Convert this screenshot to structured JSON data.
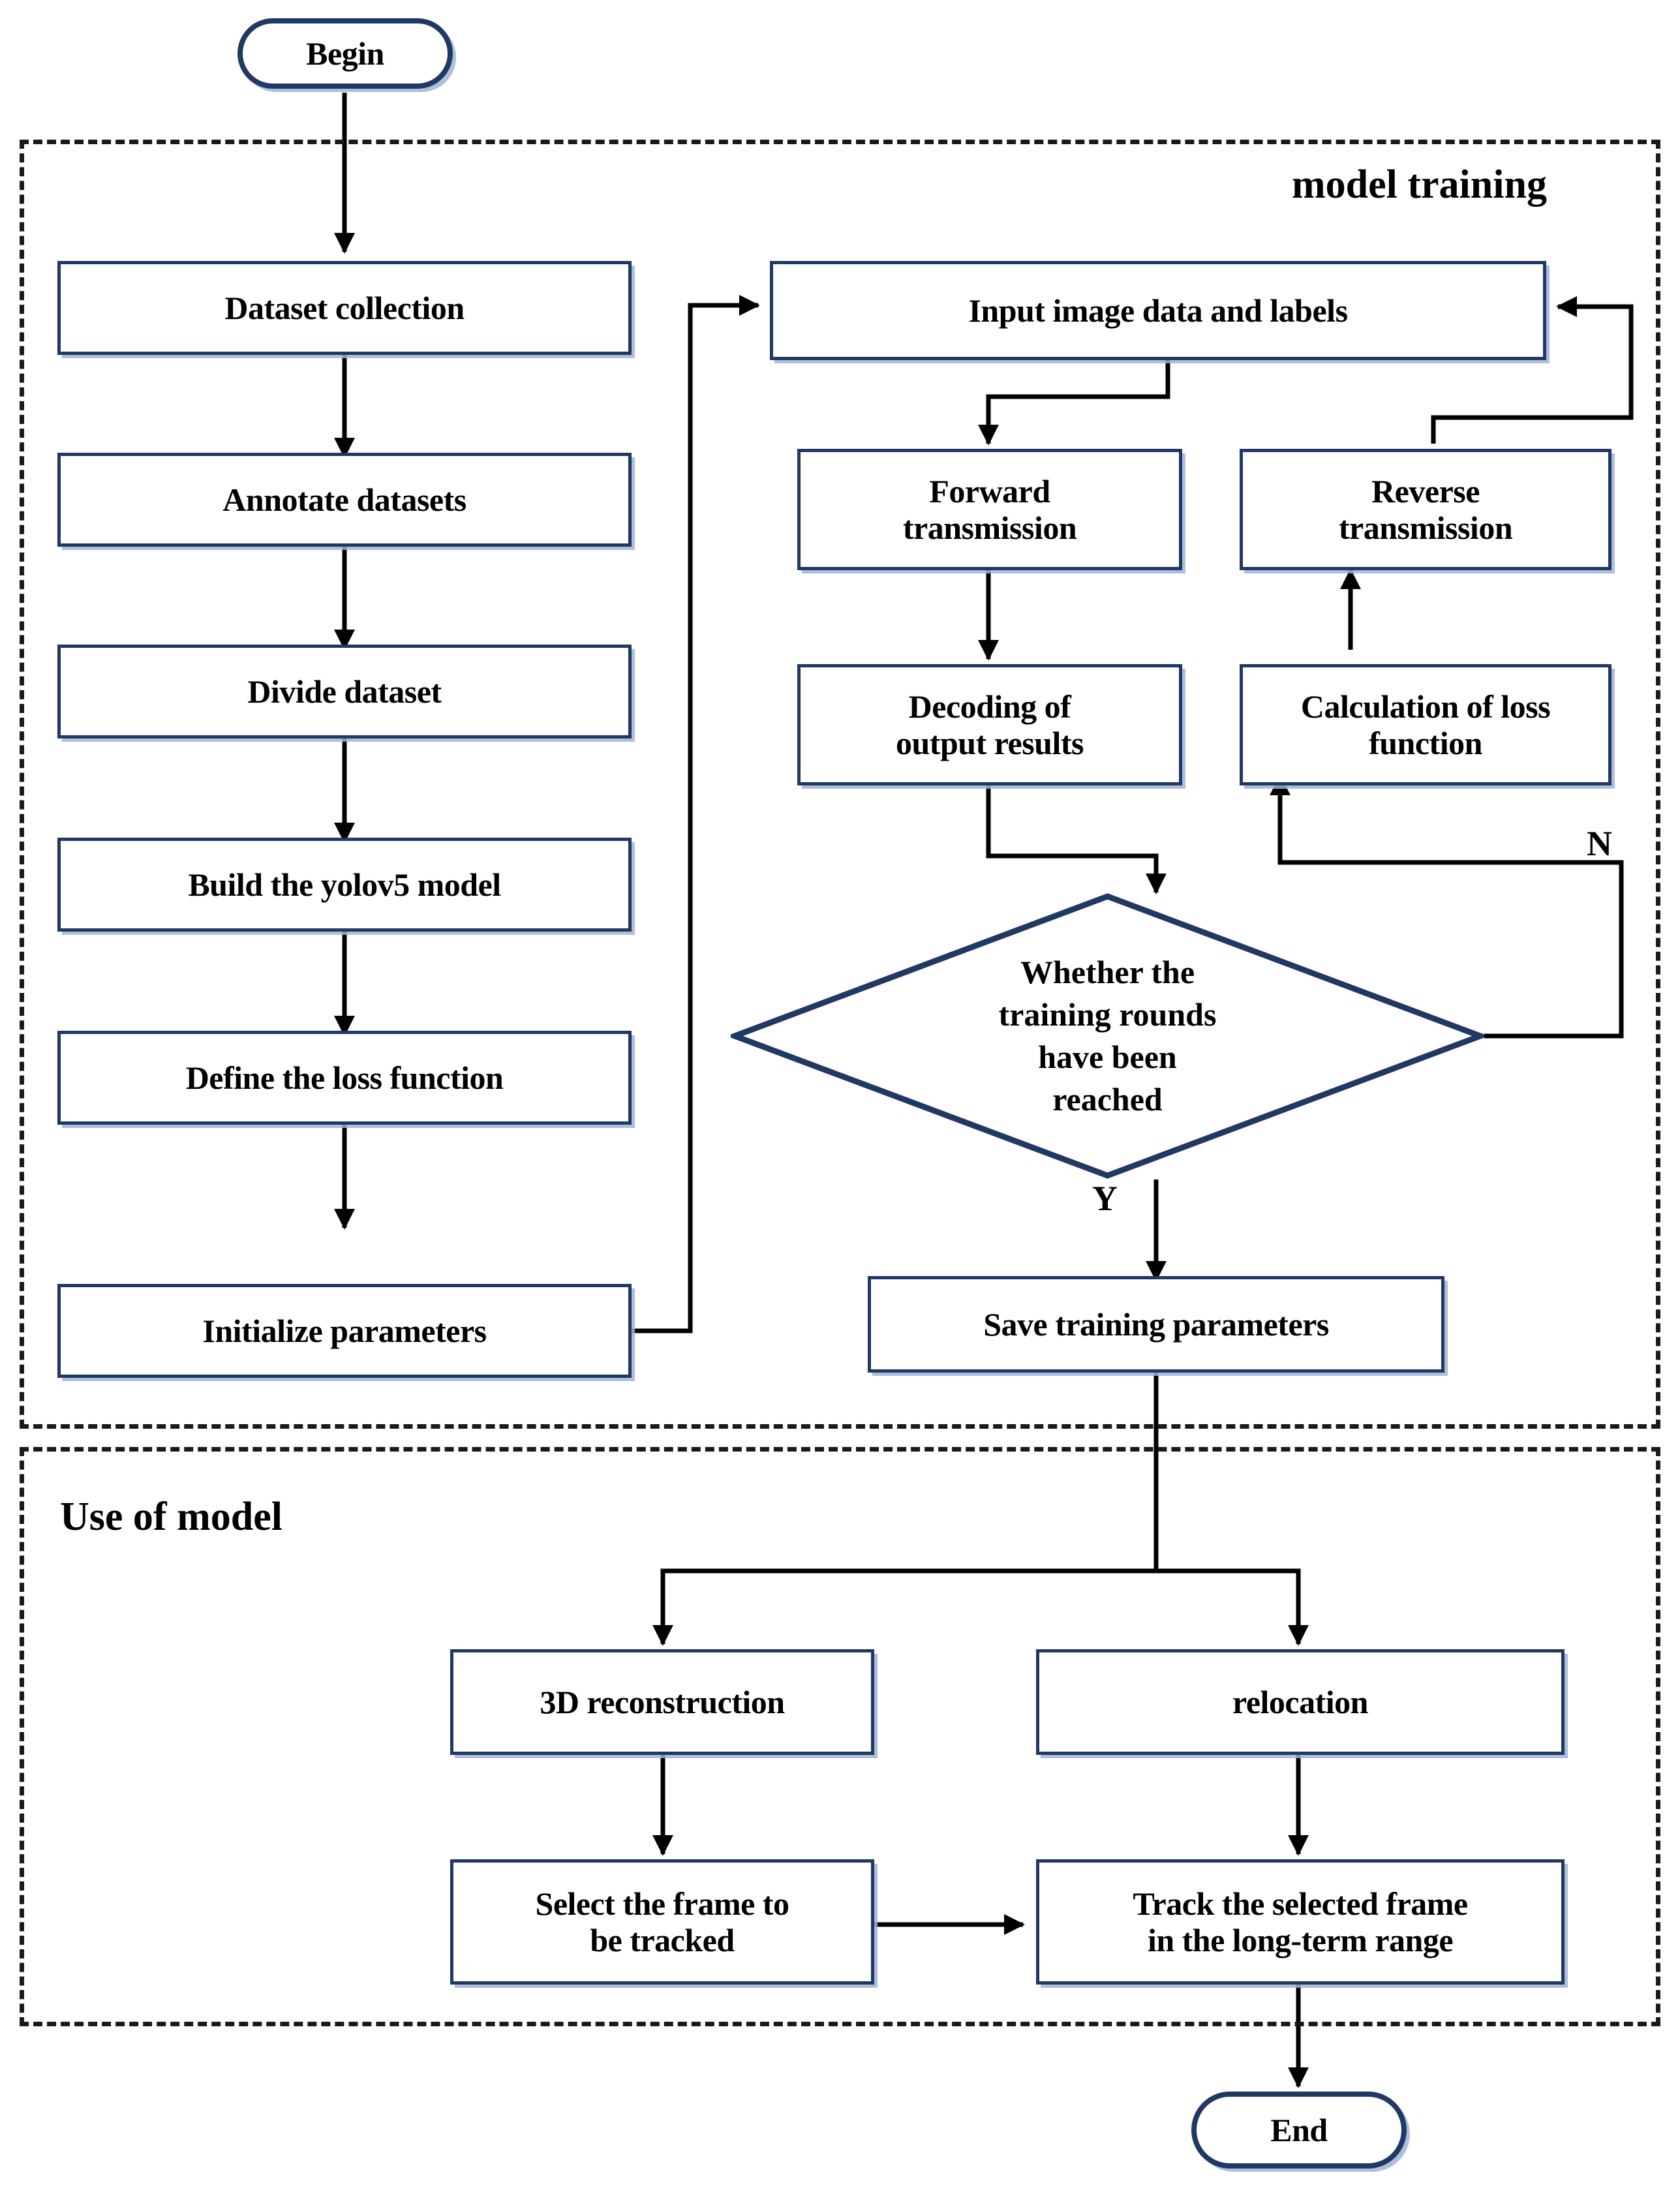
{
  "diagram": {
    "title": "Model training and use of model flowchart",
    "colors": {
      "node_border": "#1F3864",
      "node_fill": "#FFFFFF",
      "text": "#000000",
      "connector": "#000000",
      "group_border": "#1A1A1A"
    },
    "groups": [
      {
        "id": "model-training",
        "label": "model training"
      },
      {
        "id": "use-of-model",
        "label": "Use of model"
      }
    ],
    "terminators": {
      "begin": "Begin",
      "end": "End"
    },
    "nodes": {
      "dataset_collection": "Dataset collection",
      "annotate_datasets": "Annotate datasets",
      "divide_dataset": "Divide dataset",
      "build_model": "Build the yolov5 model",
      "define_loss": "Define the loss function",
      "initialize_parameters": "Initialize parameters",
      "input_image": "Input image data and labels",
      "forward_transmission_l1": "Forward",
      "forward_transmission_l2": "transmission",
      "reverse_transmission_l1": "Reverse",
      "reverse_transmission_l2": "transmission",
      "decoding_l1": "Decoding of",
      "decoding_l2": "output results",
      "calc_loss_l1": "Calculation of loss",
      "calc_loss_l2": "function",
      "save_parameters": "Save training parameters",
      "reconstruction_3d": "3D reconstruction",
      "relocation": "relocation",
      "select_frame_l1": "Select the frame to",
      "select_frame_l2": "be tracked",
      "track_frame_l1": "Track the selected frame",
      "track_frame_l2": "in the long-term range"
    },
    "decision": {
      "line1": "Whether the",
      "line2": "training rounds",
      "line3": "have been",
      "line4": "reached",
      "yes_label": "Y",
      "no_label": "N"
    }
  }
}
